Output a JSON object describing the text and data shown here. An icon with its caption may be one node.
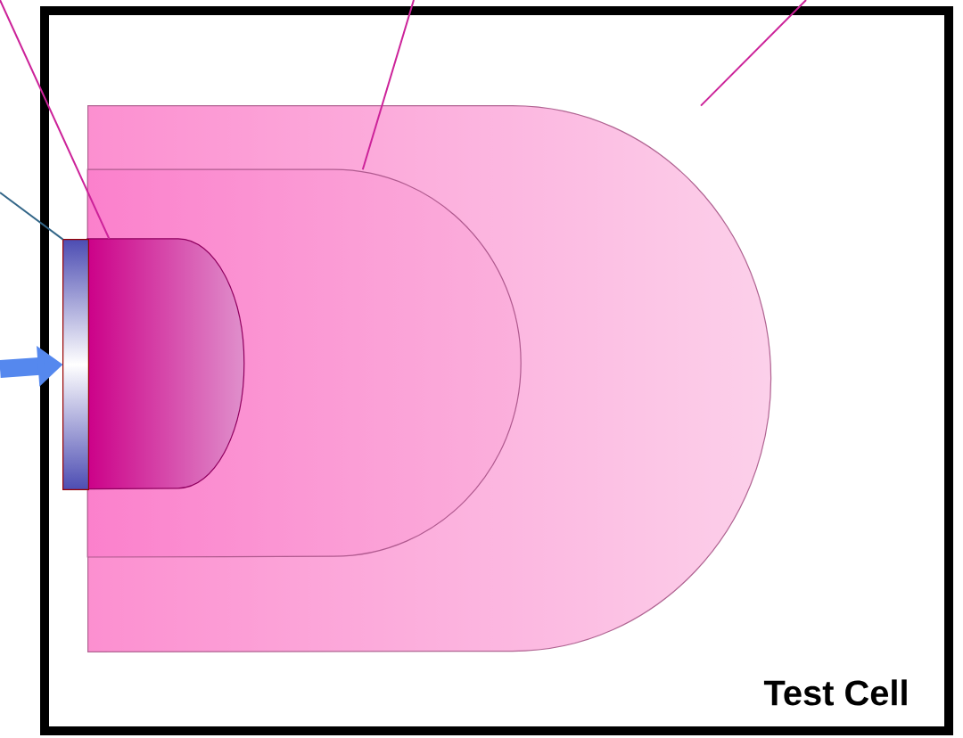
{
  "diagram": {
    "nodes": [
      {
        "text": [
          "Test Cell"
        ]
      },
      {
        "text": [],
        "shape": "dome",
        "in": 0
      },
      {
        "text": [],
        "shape": "dome",
        "in": 1
      },
      {
        "text": [],
        "shape": "dome",
        "in": 2
      },
      {
        "text": [],
        "shape": "bar",
        "in": 0
      }
    ],
    "edges": [
      {
        "from": null,
        "to": 3,
        "arrow": "none"
      },
      {
        "from": null,
        "to": 2,
        "arrow": "none"
      },
      {
        "from": null,
        "to": 1,
        "arrow": "none"
      },
      {
        "from": null,
        "to": 4,
        "arrow": "none",
        "color": "#336688"
      },
      {
        "from": null,
        "to": 4,
        "arrow": "to",
        "style": "thick",
        "color": "#5588ee"
      }
    ]
  }
}
